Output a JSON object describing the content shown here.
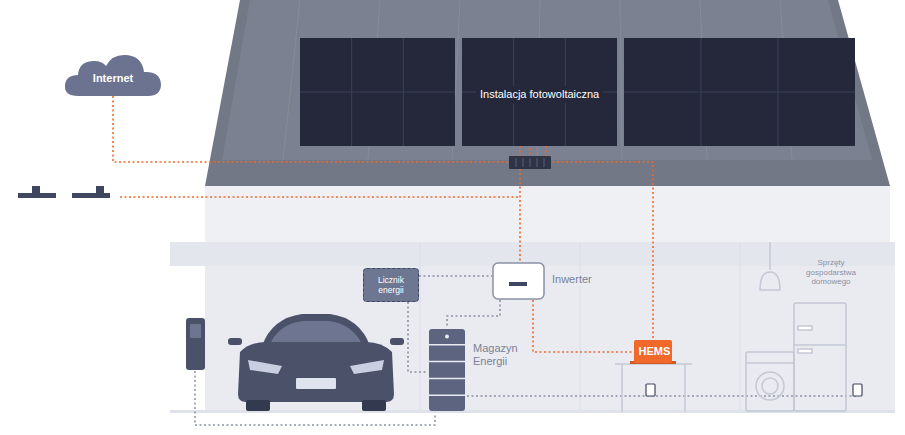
{
  "diagram": {
    "nodes": [
      {
        "text": [
          "Internet"
        ]
      },
      {
        "text": [
          "Instalacja fotowoltaiczna"
        ]
      },
      {
        "text": [
          "Licznik energii"
        ]
      },
      {
        "text": [
          "Inwerter"
        ]
      },
      {
        "text": [
          "Magazyn Energii"
        ]
      },
      {
        "text": [
          "HEMS"
        ]
      }
    ],
    "edges": [
      {
        "from": 0,
        "to": 1,
        "arrow": "none"
      },
      {
        "from": 1,
        "to": 3,
        "arrow": "none"
      },
      {
        "from": 1,
        "to": 5,
        "arrow": "none"
      },
      {
        "from": 3,
        "to": 5,
        "arrow": "none"
      },
      {
        "from": 2,
        "to": 3,
        "arrow": "none"
      },
      {
        "from": 2,
        "to": 4,
        "arrow": "none"
      },
      {
        "from": 3,
        "to": 4,
        "arrow": "none"
      }
    ],
    "labels": [
      "Sprzęty gospodarstwa domowego"
    ]
  }
}
